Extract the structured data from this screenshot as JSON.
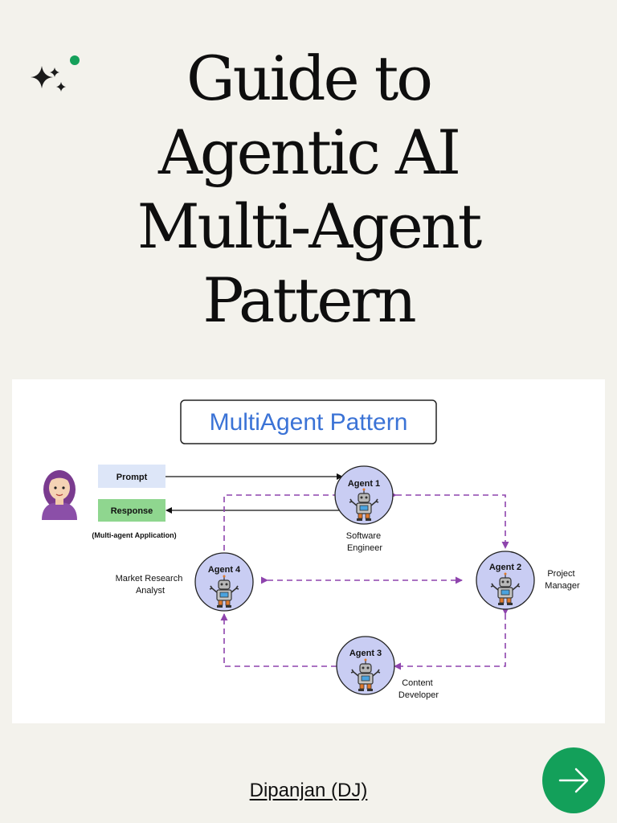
{
  "title_lines": [
    "Guide to",
    "Agentic AI",
    "Multi-Agent",
    "Pattern"
  ],
  "diagram": {
    "heading": "MultiAgent Pattern",
    "prompt_label": "Prompt",
    "response_label": "Response",
    "app_caption": "(Multi-agent Application)",
    "agents": [
      {
        "name": "Agent 1",
        "role_lines": [
          "Software",
          "Engineer"
        ]
      },
      {
        "name": "Agent 2",
        "role_lines": [
          "Project",
          "Manager"
        ]
      },
      {
        "name": "Agent 3",
        "role_lines": [
          "Content",
          "Developer"
        ]
      },
      {
        "name": "Agent 4",
        "role_lines": [
          "Market Research",
          "Analyst"
        ]
      }
    ]
  },
  "author": "Dipanjan (DJ)",
  "colors": {
    "background": "#f3f2ec",
    "title": "#0e0e0e",
    "heading_blue": "#3b73d6",
    "agent_fill": "#c9cdf3",
    "dashed_arrow": "#8e44ad",
    "prompt_box": "#dde6f8",
    "response_box": "#8fd68f",
    "next_button": "#13a05a",
    "sparkle_dot": "#14a05a"
  },
  "icons": {
    "sparkles": "sparkles-icon",
    "user": "user-avatar-icon",
    "agent": "robot-icon",
    "next": "arrow-right-icon"
  }
}
